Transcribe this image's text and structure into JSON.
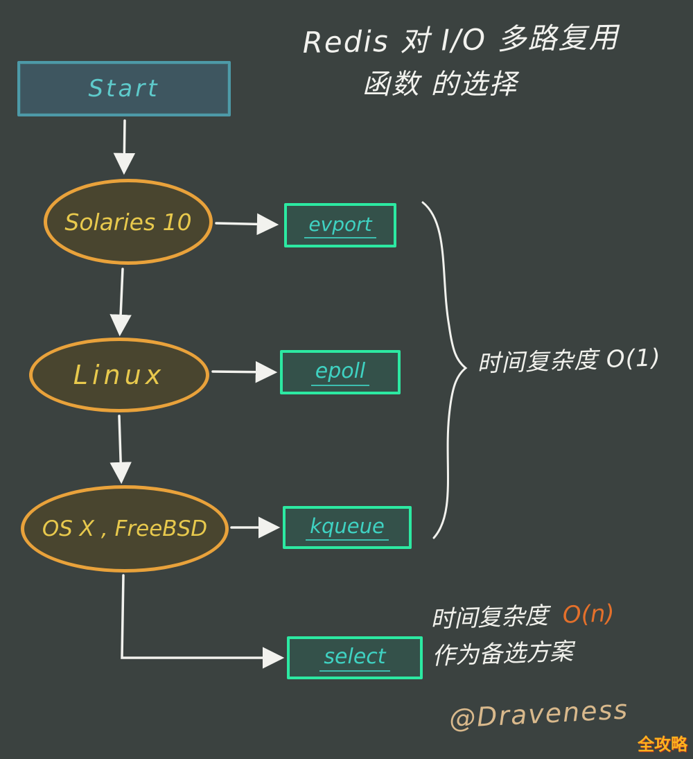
{
  "title": {
    "line1": "Redis 对 I/O 多路复用",
    "line2": "函数 的选择"
  },
  "nodes": {
    "start": {
      "label": "Start"
    },
    "solaris": {
      "label": "Solaries 10"
    },
    "linux": {
      "label": "Linux"
    },
    "osx": {
      "label": "OS X , FreeBSD"
    },
    "evport": {
      "label": "evport"
    },
    "epoll": {
      "label": "epoll"
    },
    "kqueue": {
      "label": "kqueue"
    },
    "select": {
      "label": "select"
    }
  },
  "annotations": {
    "brace_label": "时间复杂度 O(1)",
    "select_time_prefix": "时间复杂度",
    "select_time_value": "O(n)",
    "select_note": "作为备选方案",
    "credit": "@Draveness",
    "watermark": "全攻略"
  },
  "colors": {
    "background": "#3b4240",
    "start_border": "#4d9aa8",
    "start_text": "#5ecacb",
    "ellipse_border": "#e9a23b",
    "ellipse_text": "#e8c94d",
    "green_border": "#2ce9a2",
    "green_text": "#3fd2c2",
    "arrow": "#f2f2ee",
    "orange_accent": "#e4702b",
    "credit_text": "#d9b98c",
    "watermark_text": "#ffb21e"
  }
}
